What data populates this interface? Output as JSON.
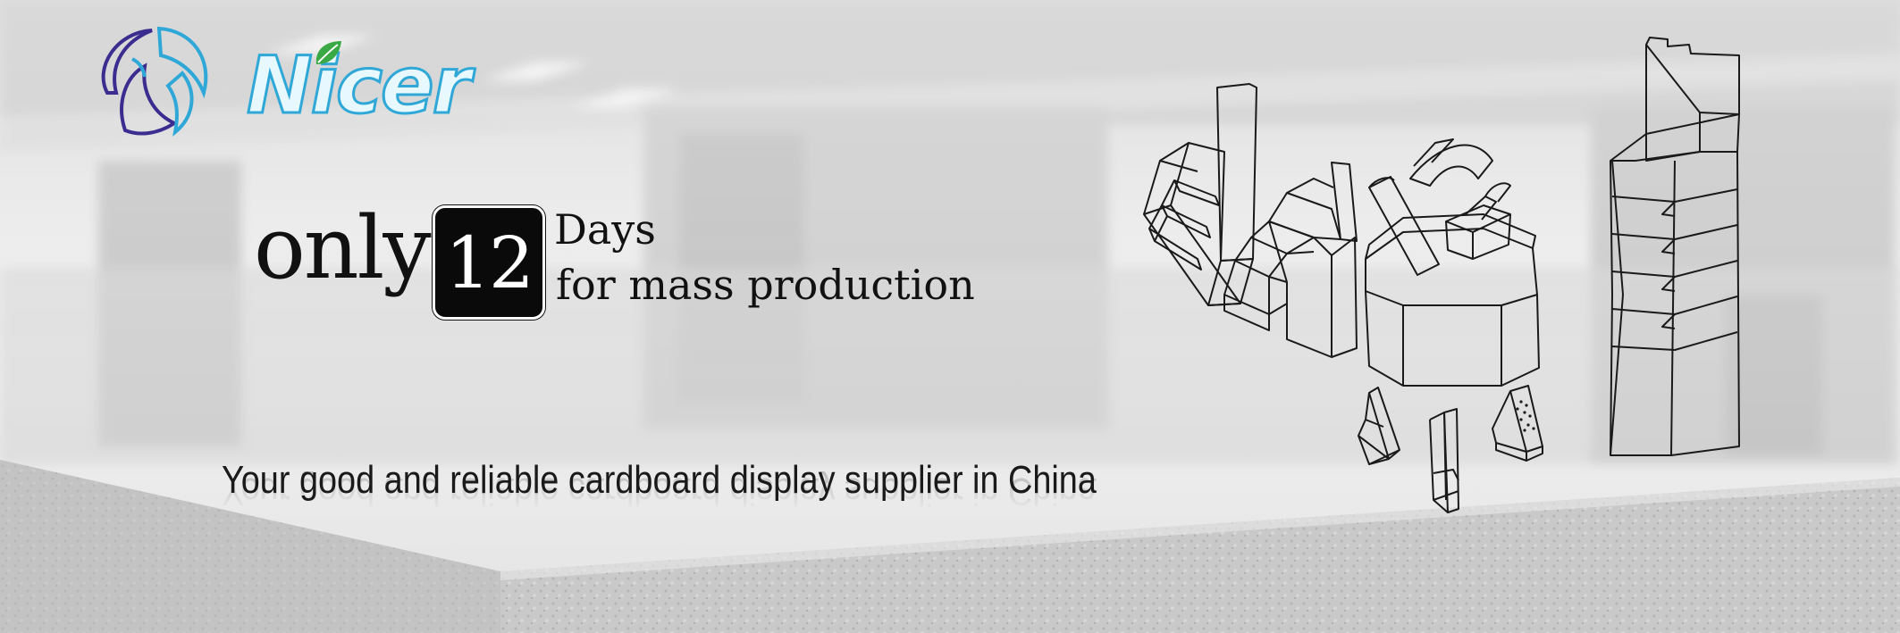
{
  "brand": {
    "name": "Nicer",
    "logo_icon": "nicer-swirl-logo-icon",
    "leaf_icon": "green-leaf-icon",
    "colors": {
      "logo_blue": "#2fa8d8",
      "logo_purple": "#3b2d8f",
      "leaf_green": "#3aa845"
    }
  },
  "headline": {
    "prefix": "only",
    "number": "12",
    "unit": "Days",
    "suffix": "for mass production"
  },
  "tagline": "Your good and reliable cardboard display supplier in China",
  "illustration": {
    "icon": "cardboard-display-stands-illustration-icon"
  }
}
